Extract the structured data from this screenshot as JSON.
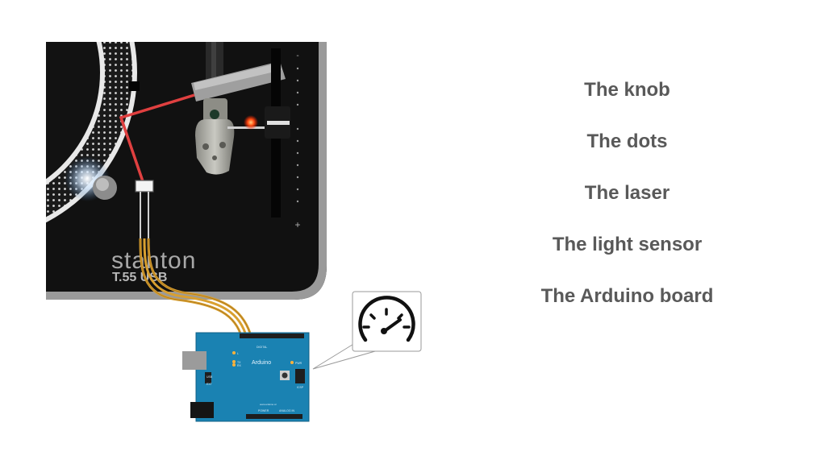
{
  "turntable": {
    "brand": "stanton",
    "model": "T.55 USB",
    "pitch_marks": {
      "top": "-",
      "bottom": "+"
    }
  },
  "arduino": {
    "name": "Arduino",
    "labels": [
      "DIGITAL",
      "TX",
      "RX",
      "USB",
      "EXT",
      "POWER",
      "ANALOG IN",
      "ICSP",
      "www.arduino.cc",
      "L",
      "PWR"
    ]
  },
  "callout": {
    "icon": "speedometer-icon"
  },
  "labels": [
    "The knob",
    "The dots",
    "The laser",
    "The light sensor",
    "The Arduino board"
  ],
  "colors": {
    "label_text": "#595959",
    "wire_red": "#e04040",
    "wire_orange": "#d9a030",
    "arduino_blue": "#1a82b2",
    "laser_red": "#ff4a10"
  }
}
